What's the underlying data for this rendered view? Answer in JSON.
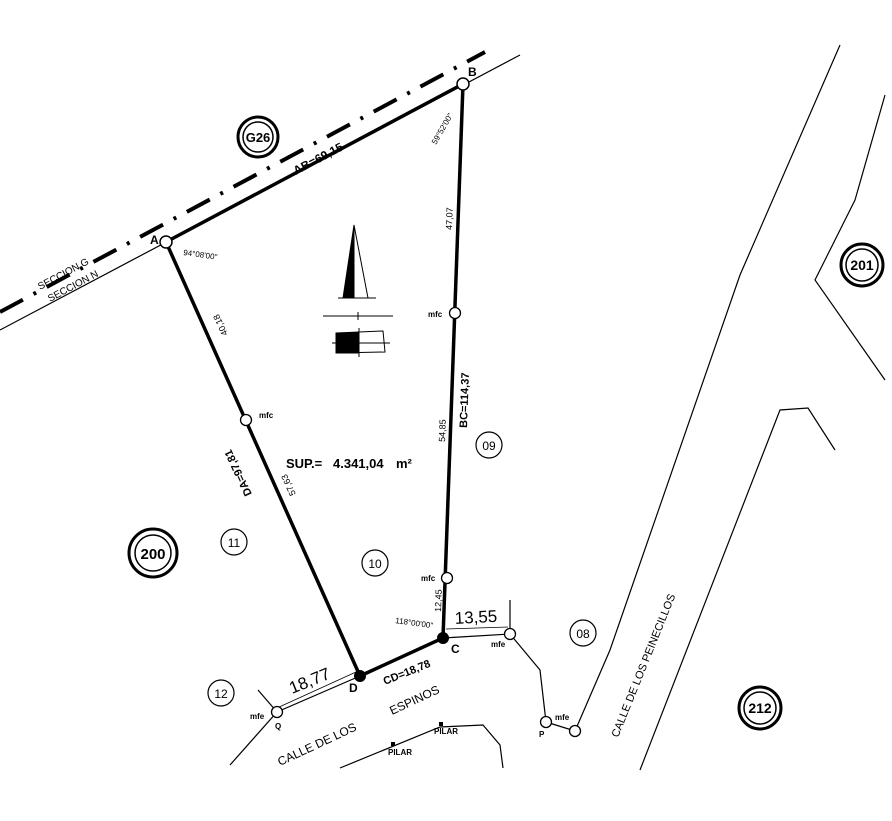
{
  "points": {
    "A": "A",
    "B": "B",
    "C": "C",
    "D": "D",
    "P": "P",
    "Q": "Q"
  },
  "sides": {
    "ab": "AB=69,15",
    "bc": "BC=114,37",
    "cd": "CD=18,78",
    "da": "DA=97,81"
  },
  "partials": {
    "b_upper": "47,07",
    "b_lower": "54,85",
    "b_bottom": "12,45",
    "a_upper": "40,18",
    "a_lower": "57,63"
  },
  "angles": {
    "a": "94°08'00\"",
    "b": "59°52'00\"",
    "c": "118°00'00\""
  },
  "dimensions": {
    "left": "18,77",
    "right": "13,55"
  },
  "marker_label": "mfc",
  "marker_label_e": "mfe",
  "pillar_label": "PILAR",
  "area": {
    "label": "SUP.=",
    "value": "4.341,04",
    "unit": "m²"
  },
  "sections": {
    "upper": "SECCION G",
    "lower": "SECCION N"
  },
  "streets": {
    "espinos_a": "CALLE DE LOS",
    "espinos_b": "ESPINOS",
    "peinecillos": "CALLE DE LOS PEINECILLOS"
  },
  "polygons": {
    "g26": "G26",
    "p200": "200",
    "p201": "201",
    "p212": "212"
  },
  "parcels": {
    "p08": "08",
    "p09": "09",
    "p10": "10",
    "p11": "11",
    "p12": "12"
  }
}
